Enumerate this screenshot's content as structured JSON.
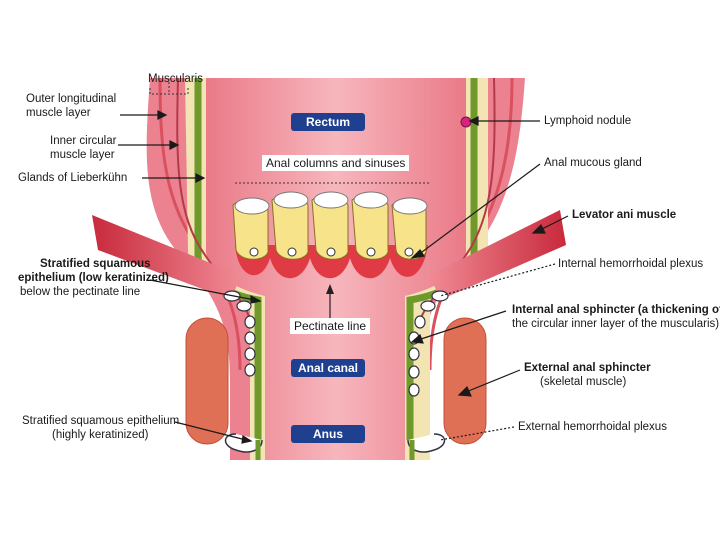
{
  "labels": {
    "muscularis": "Muscularis",
    "outer_longitudinal": [
      "Outer longitudinal",
      "muscle layer"
    ],
    "inner_circular": [
      "Inner circular",
      "muscle layer"
    ],
    "glands_lieberkuhn": "Glands of Lieberkühn",
    "stratified_low": [
      "Stratified squamous",
      "epithelium (low keratinized)",
      "below the pectinate line"
    ],
    "stratified_high": [
      "Stratified squamous epithelium",
      "(highly keratinized)"
    ],
    "lymphoid_nodule": "Lymphoid nodule",
    "anal_mucous_gland": "Anal mucous gland",
    "levator_ani": "Levator ani muscle",
    "internal_hemorrhoidal": "Internal hemorrhoidal plexus",
    "internal_sphincter": [
      "Internal anal sphincter (a thickening of",
      "the circular inner layer of the muscularis)"
    ],
    "external_sphincter": [
      "External anal sphincter",
      "(skeletal muscle)"
    ],
    "external_hemorrhoidal": "External hemorrhoidal plexus"
  },
  "inner_labels": {
    "rectum": "Rectum",
    "anal_columns": "Anal columns and sinuses",
    "pectinate_line": "Pectinate line",
    "anal_canal": "Anal canal",
    "anus": "Anus"
  },
  "colors": {
    "lumen": "#f3a3ab",
    "wall": "#e8707e",
    "muscle_red": "#e2404f",
    "green_band": "#6f9a2b",
    "cream": "#f4e8b4",
    "column_yellow": "#f6e38a",
    "sphincter": "#e07055",
    "label_bg": "#1f3f8f"
  }
}
